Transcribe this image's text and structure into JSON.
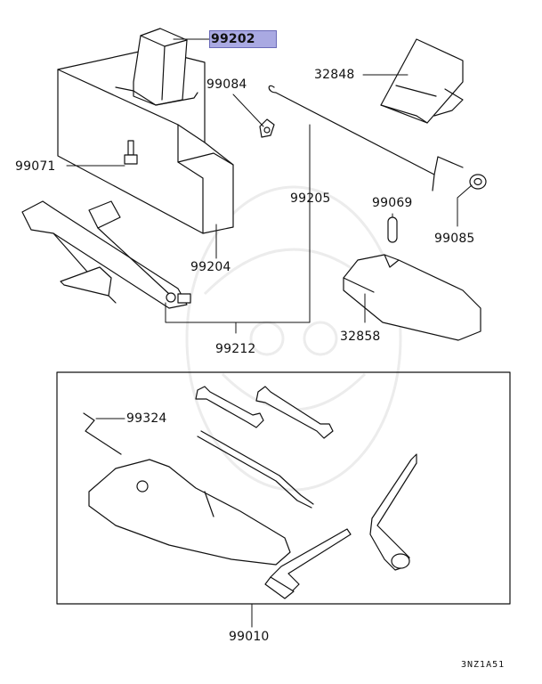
{
  "diagram_code": "3NZ1A51",
  "highlight_color": "#a9a9e2",
  "parts": {
    "p99202": "99202",
    "p32848": "32848",
    "p99084": "99084",
    "p99071": "99071",
    "p99205": "99205",
    "p99069": "99069",
    "p99085": "99085",
    "p99204": "99204",
    "p32858": "32858",
    "p99212": "99212",
    "p99324": "99324",
    "p99010": "99010"
  }
}
